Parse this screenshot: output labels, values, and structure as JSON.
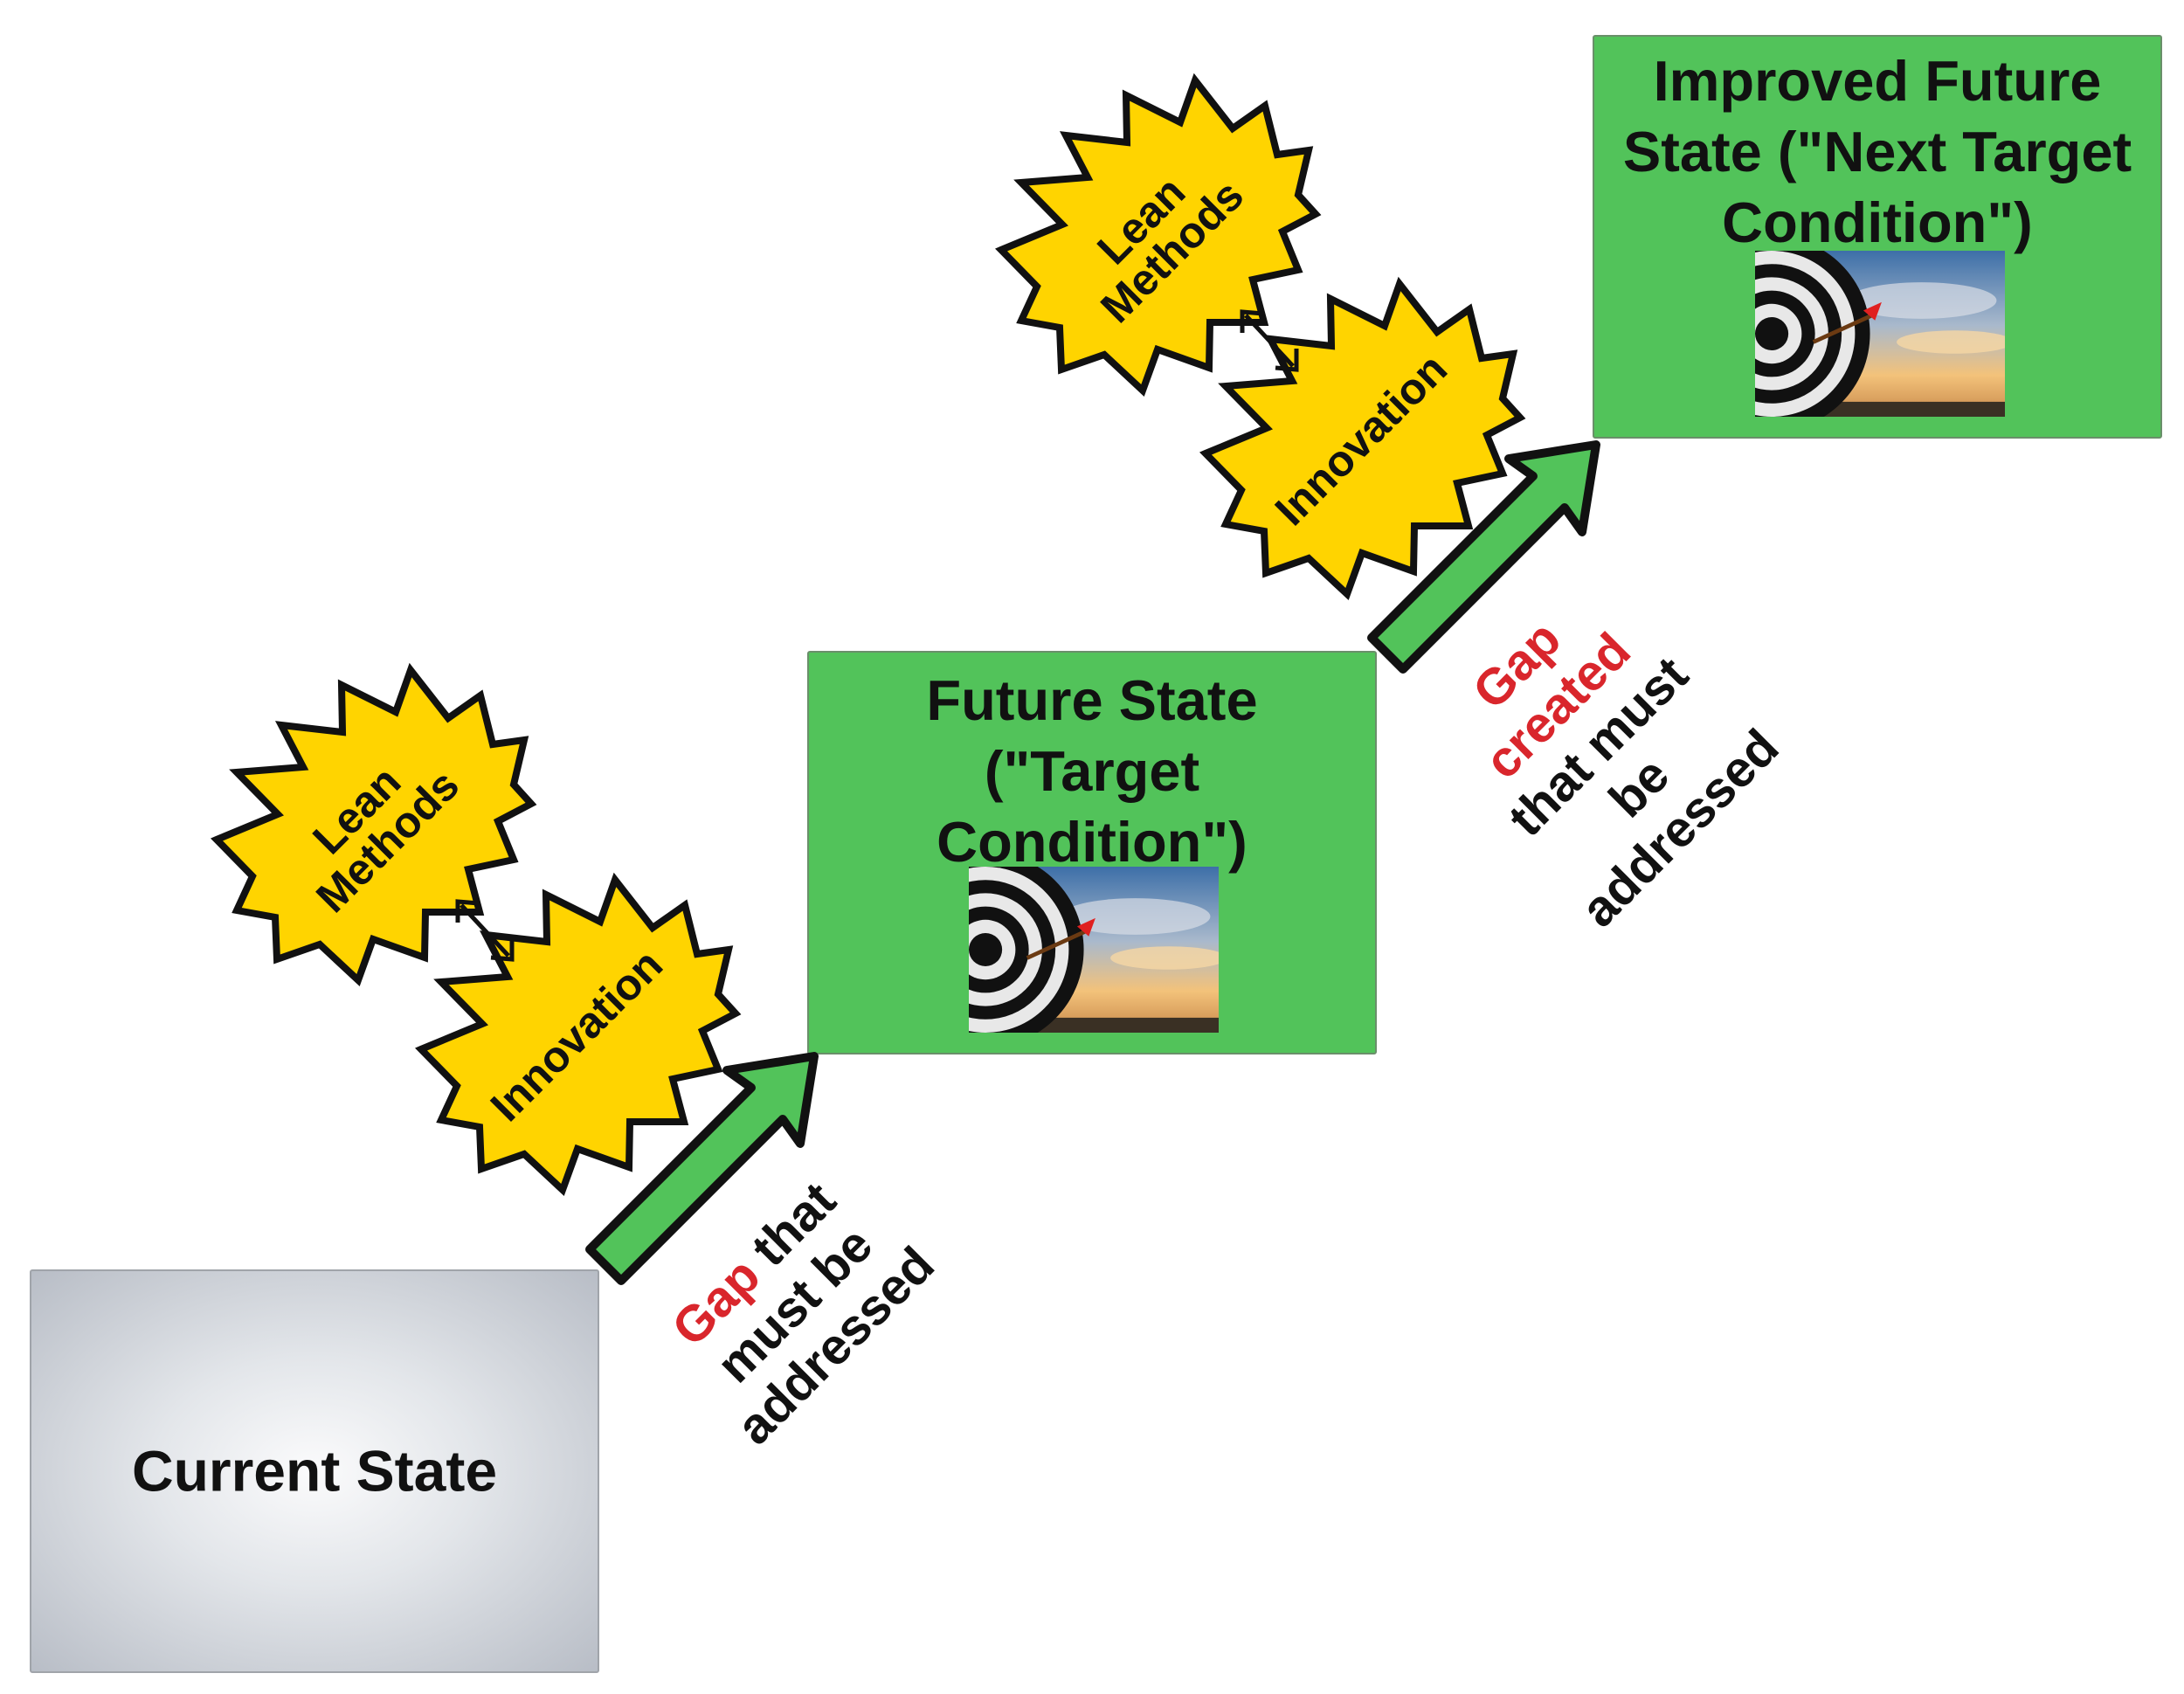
{
  "current_state": {
    "title": "Current State"
  },
  "future_state": {
    "title": "Future State\n(\"Target\nCondition\")"
  },
  "improved_state": {
    "title": "Improved Future\nState (\"Next Target\nCondition\")"
  },
  "burst_1": {
    "lean": "Lean\nMethods",
    "innovation": "Innovation"
  },
  "burst_2": {
    "lean": "Lean\nMethods",
    "innovation": "Innovation"
  },
  "gap_1": {
    "highlight": "Gap",
    "rest_line1": " that",
    "line2": "must be",
    "line3": "addressed"
  },
  "gap_2": {
    "highlight_line1": "Gap",
    "highlight_line2": "created",
    "line3": "that must",
    "line4": "be",
    "line5": "addressed"
  },
  "colors": {
    "green": "#52c35a",
    "yellow": "#ffd400",
    "red": "#d9262c",
    "gray": "#b8bdc6"
  },
  "icons": [
    "dartboard-target-image",
    "double-headed-arrow",
    "upward-arrow"
  ]
}
